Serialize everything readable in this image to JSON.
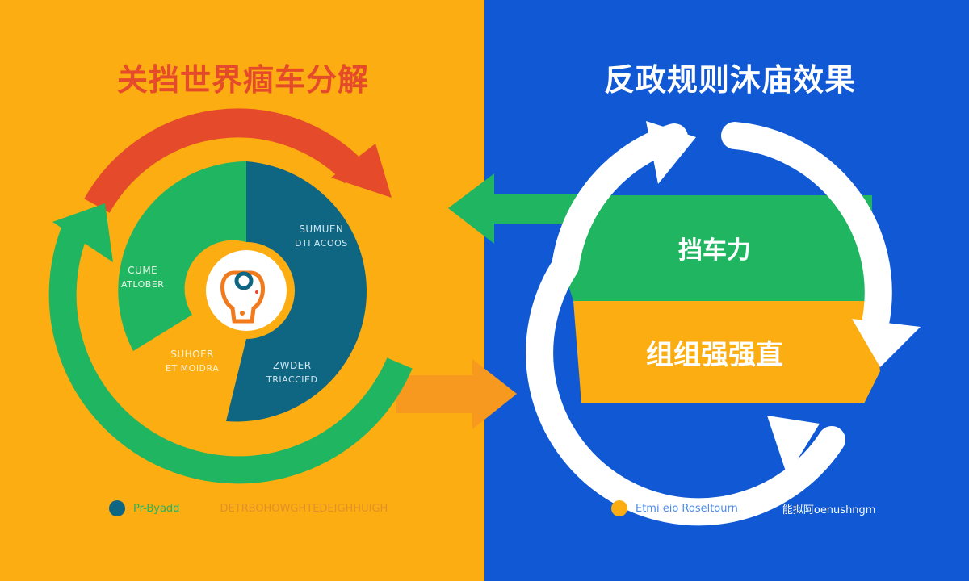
{
  "left_panel": {
    "title": "关挡世界痼车分解",
    "background": "#fbad12",
    "segments": [
      {
        "line1": "CUME",
        "line2": "ATLOBER",
        "color": "#1fb561"
      },
      {
        "line1": "SUMUEN",
        "line2": "DTI ACOOS",
        "color": "#0f6683"
      },
      {
        "line1": "ZWDER",
        "line2": "TRIACCIED",
        "color": "#0f6683"
      },
      {
        "line1": "SUHOER",
        "line2": "ET MOIDRA",
        "color": "#fbad12"
      }
    ],
    "center_icon": "lightbulb-icon",
    "cycle_arrows": [
      {
        "name": "top-arrow",
        "color": "#e54b2a"
      },
      {
        "name": "outer-arrow",
        "color": "#1fb561"
      }
    ],
    "legend": [
      {
        "dot_color": "#0f6683",
        "label": "Pr-Byadd"
      },
      {
        "label": "DETRBOHOWGHTEDEIGHHUIGH"
      }
    ]
  },
  "right_panel": {
    "title": "反政规则沐庙效果",
    "background": "#1058d4",
    "bands": [
      {
        "label": "挡车力",
        "color": "#1fb561"
      },
      {
        "label": "组组强强直",
        "color": "#fbad12"
      }
    ],
    "cycle_icon": "refresh-cycle-icon",
    "legend": [
      {
        "dot_color": "#fbad12",
        "label": "Etmi eio Roseltourn"
      },
      {
        "label": "能拟阿oenushngm"
      }
    ]
  },
  "connectors": [
    {
      "direction": "left",
      "color": "#1fb561"
    },
    {
      "direction": "right",
      "color": "#f7991e"
    }
  ]
}
